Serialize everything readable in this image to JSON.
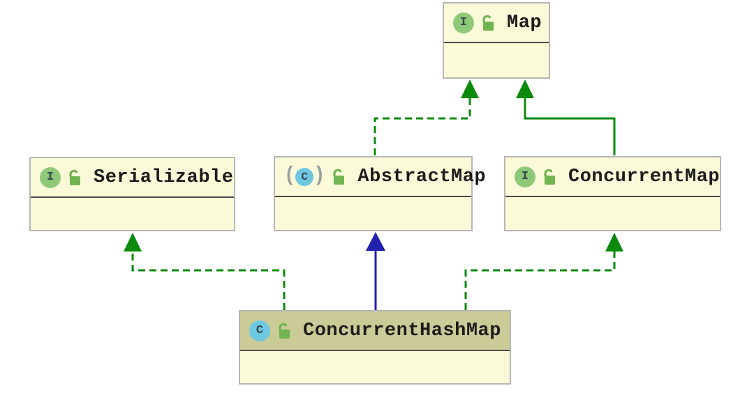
{
  "diagram": {
    "type": "uml-class-diagram",
    "subject": "ConcurrentHashMap hierarchy",
    "nodes": [
      {
        "name": "Map",
        "kind": "interface",
        "selected": false
      },
      {
        "name": "Serializable",
        "kind": "interface",
        "selected": false
      },
      {
        "name": "AbstractMap",
        "kind": "abstract-class",
        "selected": false
      },
      {
        "name": "ConcurrentMap",
        "kind": "interface",
        "selected": false
      },
      {
        "name": "ConcurrentHashMap",
        "kind": "class",
        "selected": true
      }
    ],
    "edges": [
      {
        "from": "AbstractMap",
        "to": "Map",
        "relation": "implements",
        "line": "dashed",
        "color": "#0b8a0b"
      },
      {
        "from": "ConcurrentMap",
        "to": "Map",
        "relation": "extends",
        "line": "solid",
        "color": "#0b8a0b"
      },
      {
        "from": "ConcurrentHashMap",
        "to": "Serializable",
        "relation": "implements",
        "line": "dashed",
        "color": "#0b8a0b"
      },
      {
        "from": "ConcurrentHashMap",
        "to": "AbstractMap",
        "relation": "extends",
        "line": "solid",
        "color": "#2121ad"
      },
      {
        "from": "ConcurrentHashMap",
        "to": "ConcurrentMap",
        "relation": "implements",
        "line": "dashed",
        "color": "#0b8a0b"
      }
    ]
  },
  "icons": {
    "interface_letter": "I",
    "class_letter": "C",
    "abstract_open_paren": "(",
    "abstract_close_paren": ")"
  },
  "colors": {
    "background": "#ffffff",
    "node_fill": "#fafad9",
    "selected_header_fill": "#cbcb97",
    "node_border": "#b6b6b6",
    "header_divider": "#4a4a4a",
    "inheritance_green": "#0b8a0b",
    "extends_blue": "#2121ad",
    "interface_icon_green": "#8fc878",
    "class_icon_blue": "#6ec8df",
    "lock_green": "#72b352",
    "title_text": "#1c1c1c"
  }
}
